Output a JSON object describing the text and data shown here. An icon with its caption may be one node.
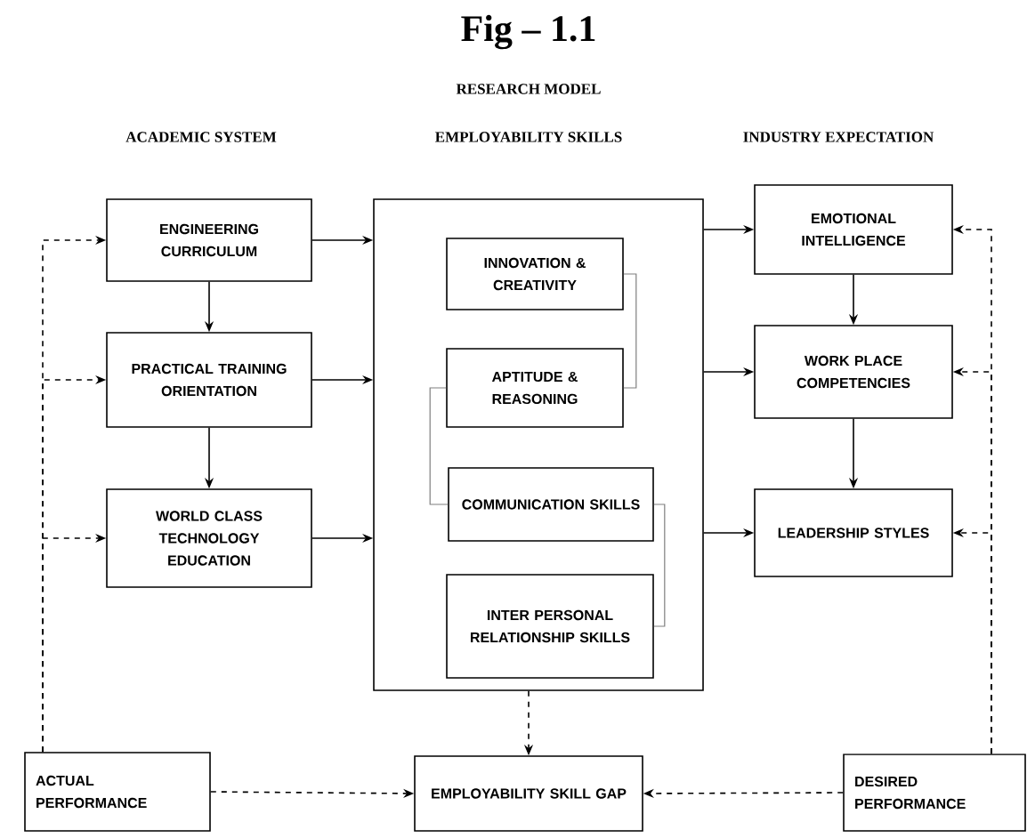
{
  "diagram": {
    "title": "Fig – 1.1",
    "nodes": [
      {
        "text": [
          "ENGINEERING CURRICULUM"
        ]
      },
      {
        "text": [
          "PRACTICAL TRAINING ORIENTATION"
        ]
      },
      {
        "text": [
          "WORLD CLASS TECHNOLOGY EDUCATION"
        ]
      },
      {
        "text": [],
        "shape": "box"
      },
      {
        "text": [
          "INNOVATION & CREATIVITY"
        ],
        "in": 3
      },
      {
        "text": [
          "APTITUDE & REASONING"
        ],
        "in": 3
      },
      {
        "text": [
          "COMMUNICATION SKILLS"
        ],
        "in": 3
      },
      {
        "text": [
          "INTER PERSONAL RELATIONSHIP SKILLS"
        ],
        "in": 3
      },
      {
        "text": [
          "EMOTIONAL INTELLIGENCE"
        ]
      },
      {
        "text": [
          "WORK PLACE COMPETENCIES"
        ]
      },
      {
        "text": [
          "LEADERSHIP STYLES"
        ]
      },
      {
        "text": [
          "ACTUAL PERFORMANCE"
        ]
      },
      {
        "text": [
          "EMPLOYABILITY SKILL GAP"
        ]
      },
      {
        "text": [
          "DESIRED PERFORMANCE"
        ]
      }
    ],
    "edges": [
      {
        "from": 0,
        "to": 1,
        "arrow": "to"
      },
      {
        "from": 1,
        "to": 2,
        "arrow": "to"
      },
      {
        "from": 0,
        "to": 3,
        "arrow": "to"
      },
      {
        "from": 1,
        "to": 3,
        "arrow": "to"
      },
      {
        "from": 2,
        "to": 3,
        "arrow": "to"
      },
      {
        "from": 4,
        "to": 5,
        "arrow": "none",
        "color": "#7f7f7f"
      },
      {
        "from": 5,
        "to": 6,
        "arrow": "none",
        "color": "#7f7f7f"
      },
      {
        "from": 6,
        "to": 7,
        "arrow": "none",
        "color": "#7f7f7f"
      },
      {
        "from": 3,
        "to": 8,
        "arrow": "to"
      },
      {
        "from": 3,
        "to": 9,
        "arrow": "to"
      },
      {
        "from": 3,
        "to": 10,
        "arrow": "to"
      },
      {
        "from": 8,
        "to": 9,
        "arrow": "to"
      },
      {
        "from": 9,
        "to": 10,
        "arrow": "to"
      },
      {
        "from": 3,
        "to": 12,
        "arrow": "to",
        "style": "dashed"
      },
      {
        "from": 11,
        "to": 12,
        "arrow": "to",
        "style": "dashed"
      },
      {
        "from": 13,
        "to": 12,
        "arrow": "to",
        "style": "dashed"
      },
      {
        "from": 11,
        "to": 0,
        "arrow": "to",
        "style": "dashed"
      },
      {
        "from": 11,
        "to": 1,
        "arrow": "to",
        "style": "dashed"
      },
      {
        "from": 11,
        "to": 2,
        "arrow": "to",
        "style": "dashed"
      },
      {
        "from": 13,
        "to": 8,
        "arrow": "to",
        "style": "dashed"
      },
      {
        "from": 13,
        "to": 9,
        "arrow": "to",
        "style": "dashed"
      },
      {
        "from": 13,
        "to": 10,
        "arrow": "to",
        "style": "dashed"
      }
    ],
    "labels": [
      "RESEARCH MODEL",
      "ACADEMIC SYSTEM",
      "EMPLOYABILITY SKILLS",
      "INDUSTRY EXPECTATION"
    ]
  }
}
